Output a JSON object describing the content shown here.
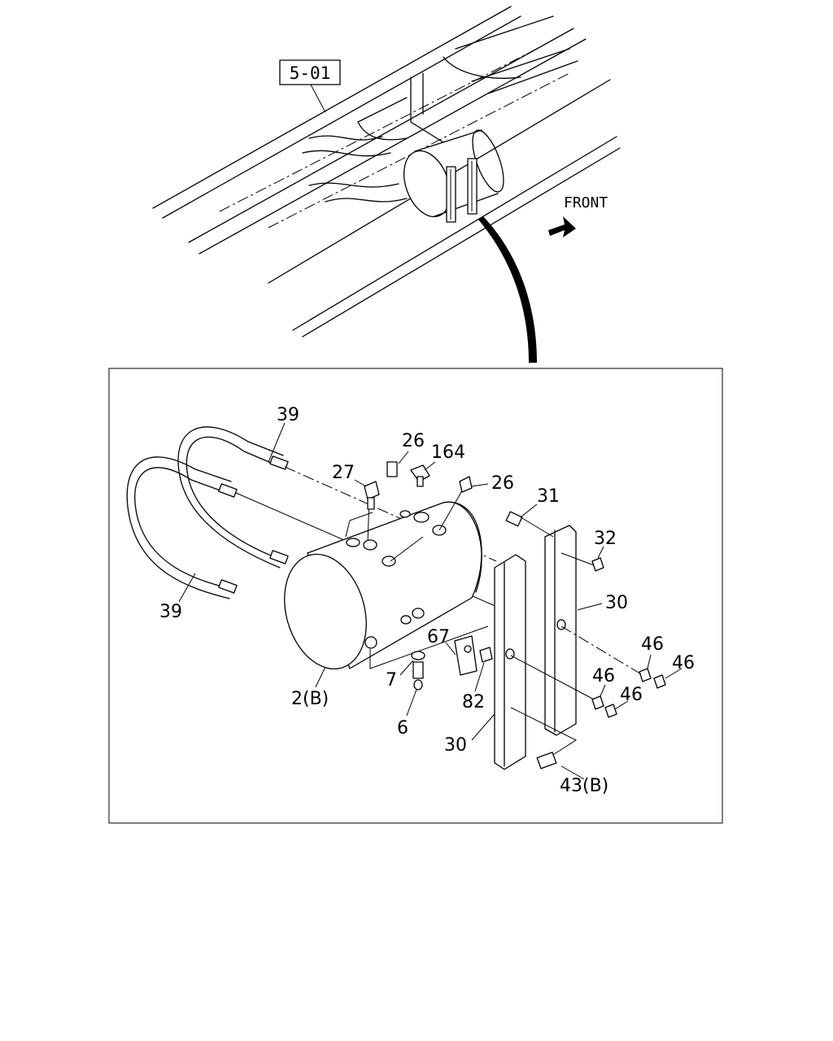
{
  "reference_tag": "5-01",
  "direction_label": "FRONT",
  "callouts": [
    {
      "id": "c39a",
      "text": "39"
    },
    {
      "id": "c39b",
      "text": "39"
    },
    {
      "id": "c26a",
      "text": "26"
    },
    {
      "id": "c164",
      "text": "164"
    },
    {
      "id": "c27",
      "text": "27"
    },
    {
      "id": "c26b",
      "text": "26"
    },
    {
      "id": "c31",
      "text": "31"
    },
    {
      "id": "c32",
      "text": "32"
    },
    {
      "id": "c30a",
      "text": "30"
    },
    {
      "id": "c46a",
      "text": "46"
    },
    {
      "id": "c46b",
      "text": "46"
    },
    {
      "id": "c46c",
      "text": "46"
    },
    {
      "id": "c46d",
      "text": "46"
    },
    {
      "id": "c67",
      "text": "67"
    },
    {
      "id": "c7",
      "text": "7"
    },
    {
      "id": "c82",
      "text": "82"
    },
    {
      "id": "c2b",
      "text": "2(B)"
    },
    {
      "id": "c6",
      "text": "6"
    },
    {
      "id": "c30b",
      "text": "30"
    },
    {
      "id": "c43b",
      "text": "43(B)"
    }
  ]
}
